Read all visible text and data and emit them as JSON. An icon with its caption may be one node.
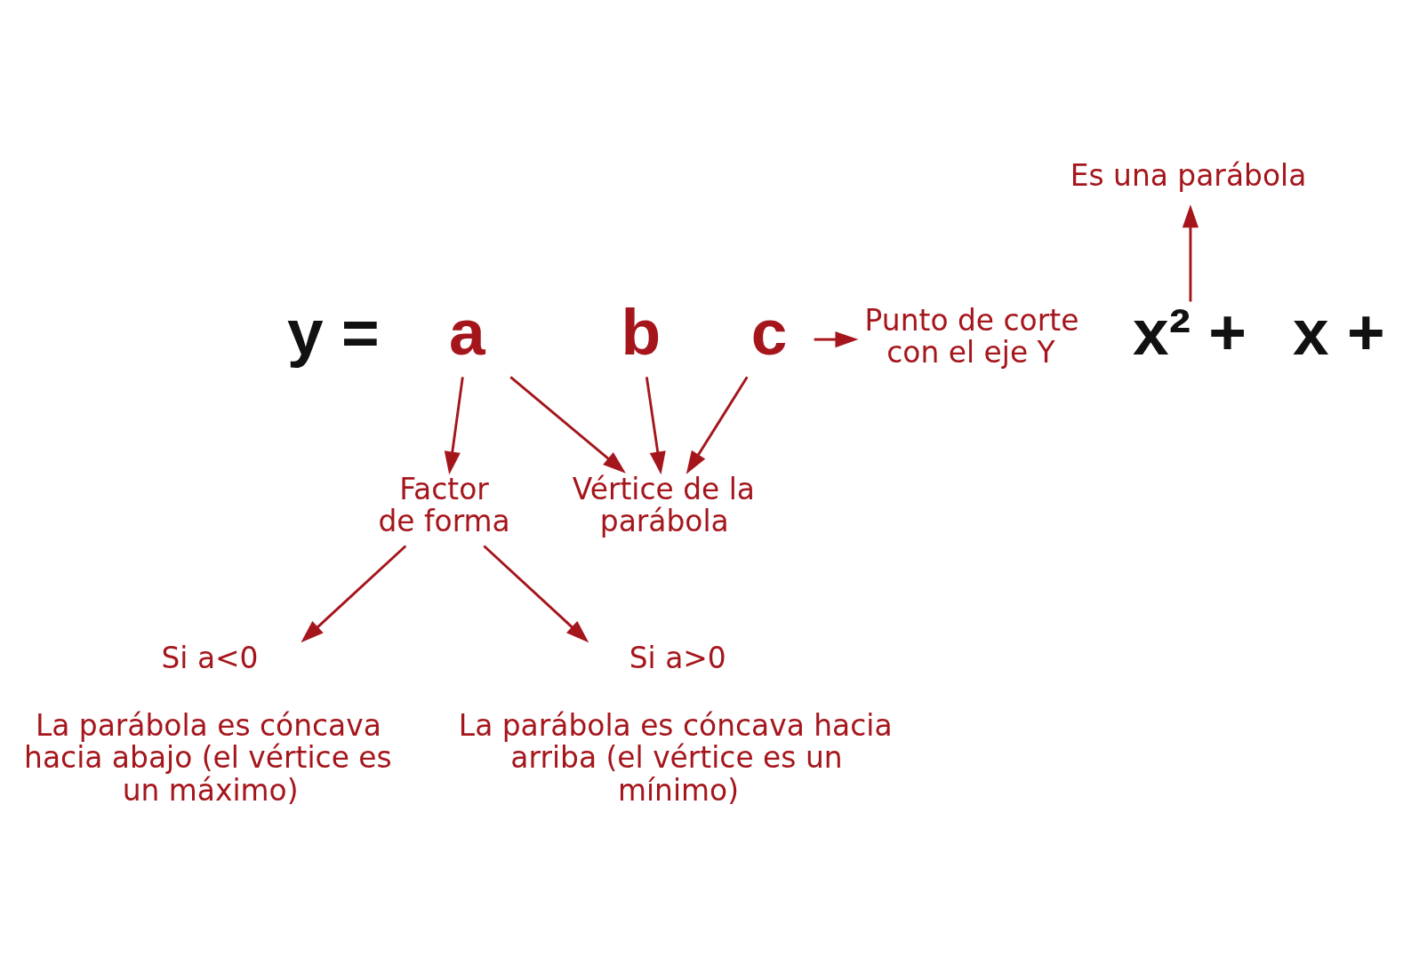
{
  "diagram": {
    "nodes": [
      {
        "text": [
          "y ="
        ]
      },
      {
        "text": [
          "a"
        ]
      },
      {
        "text": [
          "x² +"
        ]
      },
      {
        "text": [
          "b"
        ]
      },
      {
        "text": [
          "x +"
        ]
      },
      {
        "text": [
          "c"
        ]
      },
      {
        "text": [
          "Es una parábola"
        ]
      },
      {
        "text": [
          "Punto de corte con el eje Y"
        ]
      },
      {
        "text": [
          "Factor de forma"
        ]
      },
      {
        "text": [
          "Vértice de la parábola"
        ]
      },
      {
        "text": [
          "Si a<0",
          "La parábola es cóncava hacia abajo (el vértice es un máximo)"
        ]
      },
      {
        "text": [
          "Si a>0",
          "La parábola es cóncava hacia arriba (el vértice es un mínimo)"
        ]
      }
    ],
    "edges": [
      {
        "from": 2,
        "to": 6,
        "arrow": "to"
      },
      {
        "from": 5,
        "to": 7,
        "arrow": "to"
      },
      {
        "from": 1,
        "to": 8,
        "arrow": "to"
      },
      {
        "from": 1,
        "to": 9,
        "arrow": "to"
      },
      {
        "from": 3,
        "to": 9,
        "arrow": "to"
      },
      {
        "from": 5,
        "to": 9,
        "arrow": "to"
      },
      {
        "from": 8,
        "to": 10,
        "arrow": "to"
      },
      {
        "from": 8,
        "to": 11,
        "arrow": "to"
      }
    ]
  }
}
